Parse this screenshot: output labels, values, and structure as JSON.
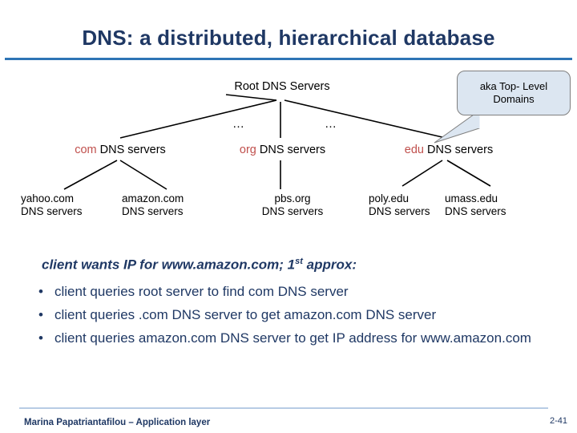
{
  "slide": {
    "title": "DNS: a distributed, hierarchical database",
    "callout": {
      "line1": "aka Top- Level",
      "line2": "Domains"
    },
    "tree": {
      "root": "Root DNS Servers",
      "dots_left": "…",
      "dots_right": "…",
      "level2": [
        {
          "prefix": "com",
          "suffix": " DNS servers"
        },
        {
          "prefix": "org",
          "suffix": " DNS servers"
        },
        {
          "prefix": "edu",
          "suffix": " DNS servers"
        }
      ],
      "level3": [
        {
          "line1": "yahoo.com",
          "line2": "DNS servers"
        },
        {
          "line1": "amazon.com",
          "line2": "DNS servers"
        },
        {
          "line1": "pbs.org",
          "line2": "DNS servers"
        },
        {
          "line1": "poly.edu",
          "line2": "DNS servers"
        },
        {
          "line1": "umass.edu",
          "line2": "DNS servers"
        }
      ]
    },
    "lead_pre": "client wants IP for www.amazon.com; 1",
    "lead_sup": "st",
    "lead_post": " approx:",
    "bullet_marker": "•",
    "bullets": [
      "client queries root server to find com DNS server",
      "client queries .com DNS server to get amazon.com DNS server",
      "client queries amazon.com DNS server to get  IP address for www.amazon.com"
    ],
    "footer": "Marina Papatriantafilou – Application layer",
    "page_number": "2-41"
  },
  "colors": {
    "title": "#1F3864",
    "rule": "#2E74B5",
    "accent_red": "#C0504D",
    "callout_fill": "#DCE6F1",
    "footer_rule": "#B8CCE4"
  }
}
